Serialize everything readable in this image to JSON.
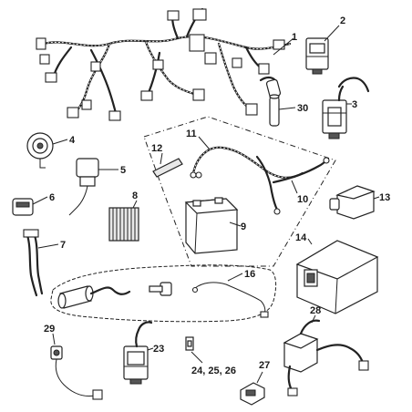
{
  "callouts": [
    {
      "id": "1",
      "text": "1"
    },
    {
      "id": "2",
      "text": "2"
    },
    {
      "id": "3",
      "text": "3"
    },
    {
      "id": "4",
      "text": "4"
    },
    {
      "id": "5",
      "text": "5"
    },
    {
      "id": "6",
      "text": "6"
    },
    {
      "id": "7",
      "text": "7"
    },
    {
      "id": "8",
      "text": "8"
    },
    {
      "id": "9",
      "text": "9"
    },
    {
      "id": "10",
      "text": "10"
    },
    {
      "id": "11",
      "text": "11"
    },
    {
      "id": "12",
      "text": "12"
    },
    {
      "id": "13",
      "text": "13"
    },
    {
      "id": "14",
      "text": "14"
    },
    {
      "id": "16",
      "text": "16"
    },
    {
      "id": "23",
      "text": "23"
    },
    {
      "id": "24_25_26",
      "text": "24, 25, 26"
    },
    {
      "id": "27",
      "text": "27"
    },
    {
      "id": "28",
      "text": "28"
    },
    {
      "id": "29",
      "text": "29"
    },
    {
      "id": "30",
      "text": "30"
    }
  ]
}
